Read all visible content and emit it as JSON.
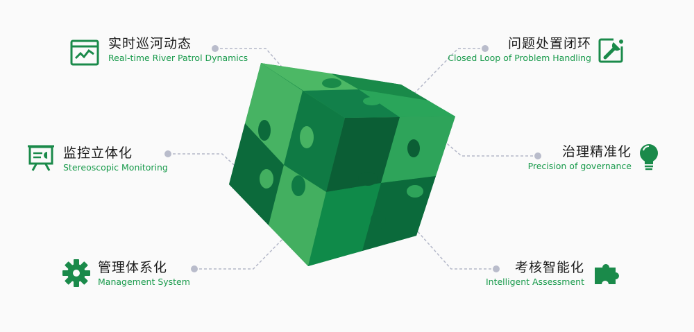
{
  "colors": {
    "accent_green": "#189a4b",
    "icon_green": "#1a8a4a",
    "cube_light": "#4cb865",
    "cube_mid": "#1f9a4f",
    "cube_dark": "#0c6a3b",
    "connector": "#b3b7c8"
  },
  "features": [
    {
      "id": "patrol",
      "zh": "实时巡河动态",
      "en": "Real-time River Patrol Dynamics",
      "icon": "chart-monitor-icon"
    },
    {
      "id": "monitoring",
      "zh": "监控立体化",
      "en": "Stereoscopic Monitoring",
      "icon": "presentation-board-icon"
    },
    {
      "id": "management",
      "zh": "管理体系化",
      "en": "Management System",
      "icon": "gear-icon"
    },
    {
      "id": "closed_loop",
      "zh": "问题处置闭环",
      "en": "Closed Loop of Problem Handling",
      "icon": "wrench-icon"
    },
    {
      "id": "governance",
      "zh": "治理精准化",
      "en": "Precision of governance",
      "icon": "lightbulb-icon"
    },
    {
      "id": "assessment",
      "zh": "考核智能化",
      "en": "Intelligent Assessment",
      "icon": "puzzle-piece-icon"
    }
  ]
}
